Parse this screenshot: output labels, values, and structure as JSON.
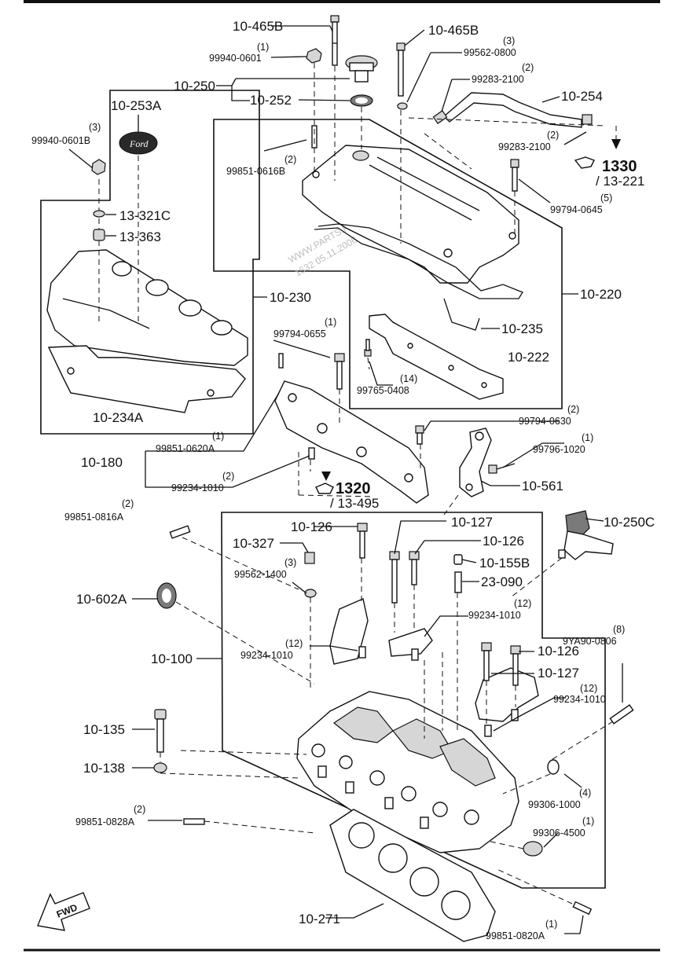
{
  "labels": {
    "l_10_465B_a": "10-465B",
    "l_99940_0601": "99940-0601",
    "q_99940_0601": "(1)",
    "l_10_465B_b": "10-465B",
    "l_99562_0800": "99562-0800",
    "q_99562_0800": "(3)",
    "l_99283_2100_a": "99283-2100",
    "q_99283_2100_a": "(2)",
    "l_10_250": "10-250",
    "l_10_252": "10-252",
    "l_10_254": "10-254",
    "l_10_253A": "10-253A",
    "l_99940_0601B": "99940-0601B",
    "q_99940_0601B": "(3)",
    "l_99851_0616B": "99851-0616B",
    "q_99851_0616B": "(2)",
    "l_99283_2100_b": "99283-2100",
    "q_99283_2100_b": "(2)",
    "l_1330": "1330",
    "l_13_221": "/ 13-221",
    "l_99794_0645": "99794-0645",
    "q_99794_0645": "(5)",
    "l_13_321C": "13-321C",
    "l_13_363": "13-363",
    "l_10_230": "10-230",
    "l_10_220": "10-220",
    "l_99794_0655": "99794-0655",
    "q_99794_0655": "(1)",
    "l_10_235": "10-235",
    "l_10_222": "10-222",
    "l_99765_0408": "99765-0408",
    "q_99765_0408": "(14)",
    "l_10_234A": "10-234A",
    "l_99794_0630": "99794-0630",
    "q_99794_0630": "(2)",
    "l_99851_0620A": "99851-0620A",
    "q_99851_0620A": "(1)",
    "l_99796_1020": "99796-1020",
    "q_99796_1020": "(1)",
    "l_10_180": "10-180",
    "l_99234_1010_a": "99234-1010",
    "q_99234_1010_a": "(2)",
    "l_10_561": "10-561",
    "l_1320": "1320",
    "l_13_495": "/ 13-495",
    "l_99851_0816A": "99851-0816A",
    "q_99851_0816A": "(2)",
    "l_10_126_a": "10-126",
    "l_10_127_a": "10-127",
    "l_10_250C": "10-250C",
    "l_10_327": "10-327",
    "l_10_126_b": "10-126",
    "l_10_155B": "10-155B",
    "l_99562_1400": "99562-1400",
    "q_99562_1400": "(3)",
    "l_23_090": "23-090",
    "l_10_602A": "10-602A",
    "l_99234_1010_b": "99234-1010",
    "q_99234_1010_b": "(12)",
    "l_9YA90_0806": "9YA90-0806",
    "q_9YA90_0806": "(8)",
    "l_99234_1010_c": "99234-1010",
    "q_99234_1010_c": "(12)",
    "l_10_100": "10-100",
    "l_10_126_c": "10-126",
    "l_10_127_b": "10-127",
    "l_99234_1010_d": "99234-1010",
    "q_99234_1010_d": "(12)",
    "l_10_135": "10-135",
    "l_10_138": "10-138",
    "l_99306_1000": "99306-1000",
    "q_99306_1000": "(4)",
    "l_99851_0828A": "99851-0828A",
    "q_99851_0828A": "(2)",
    "l_99306_4500": "99306-4500",
    "q_99306_4500": "(1)",
    "l_10_271": "10-271",
    "l_99851_0820A": "99851-0820A",
    "q_99851_0820A": "(1)",
    "fwd": "FWD",
    "ford": "Ford",
    "watermark_1": "WWW.PARTS.RU",
    "watermark_2": "1532 05.11.2006"
  }
}
